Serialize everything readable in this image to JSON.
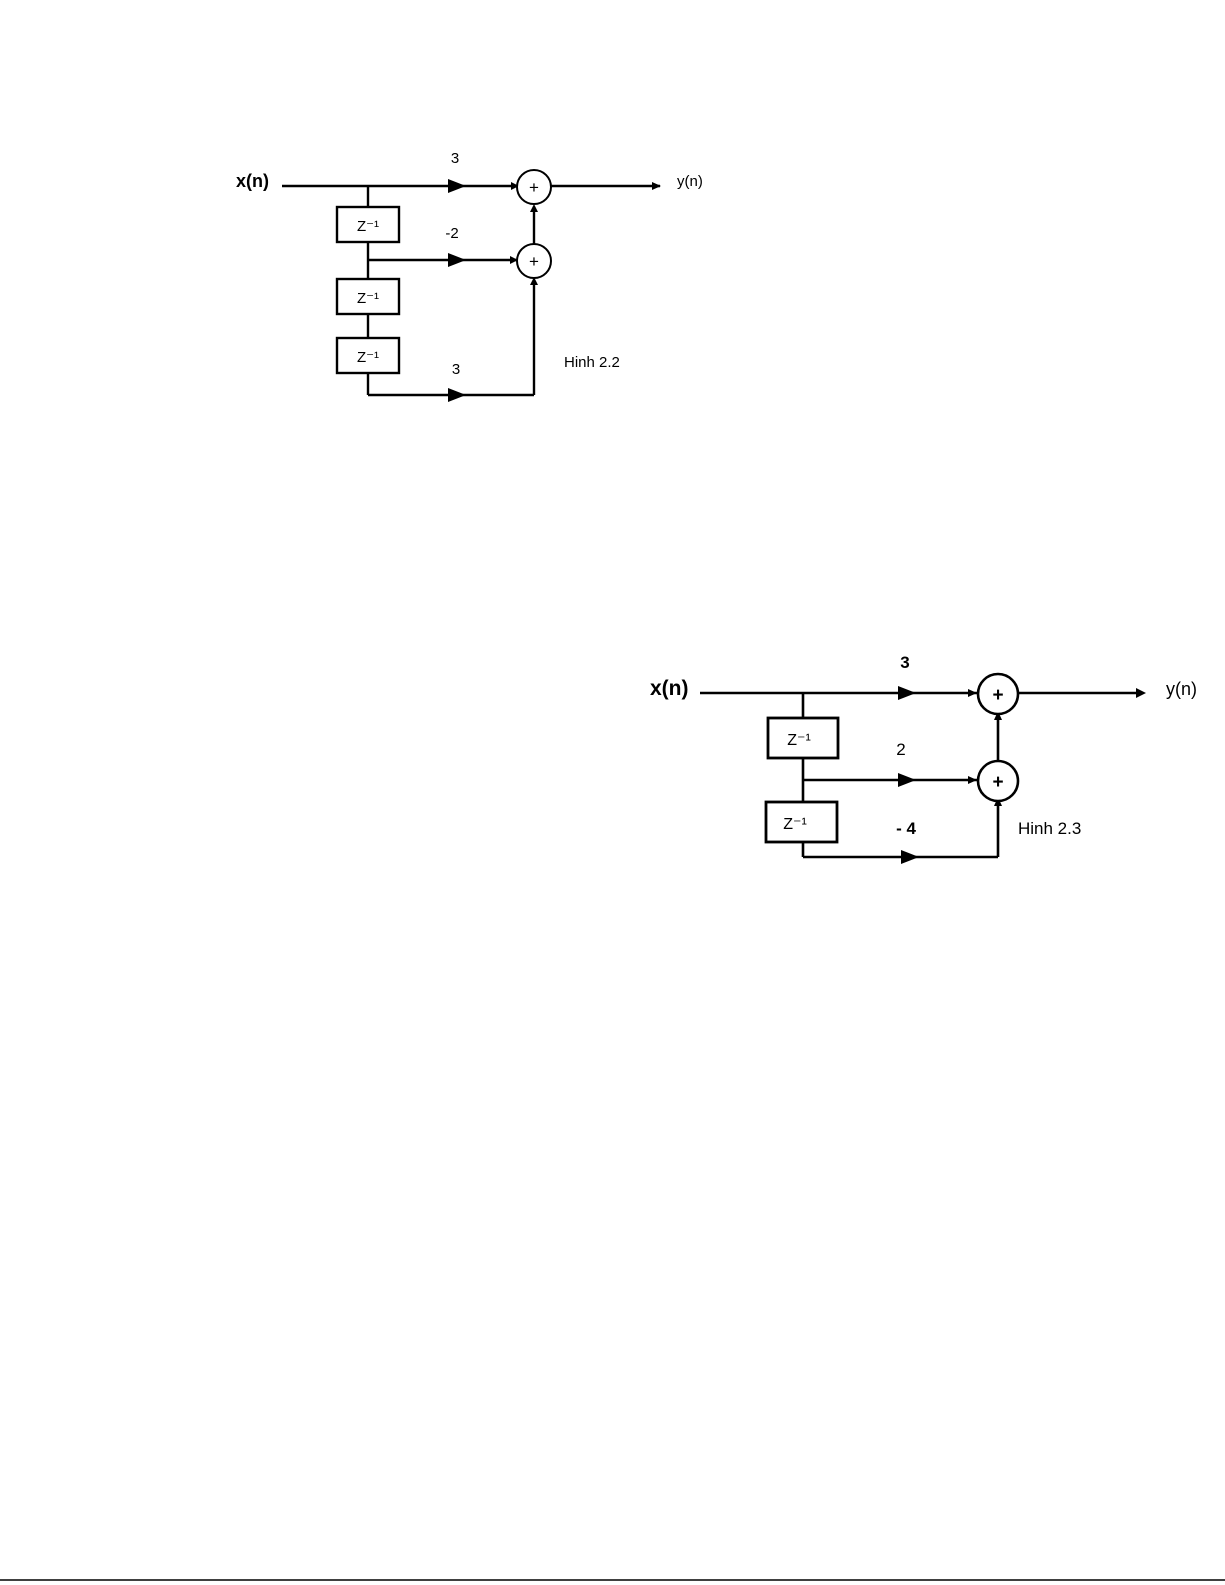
{
  "fig22": {
    "input": "x(n)",
    "output": "y(n)",
    "delay": "Z⁻¹",
    "plus": "+",
    "gains": [
      "3",
      "-2",
      "3"
    ],
    "caption": "Hinh 2.2"
  },
  "fig23": {
    "input": "x(n)",
    "output": "y(n)",
    "delay": "Z⁻¹",
    "plus": "+",
    "gains": [
      "3",
      "2",
      "- 4"
    ],
    "caption": "Hinh 2.3"
  }
}
